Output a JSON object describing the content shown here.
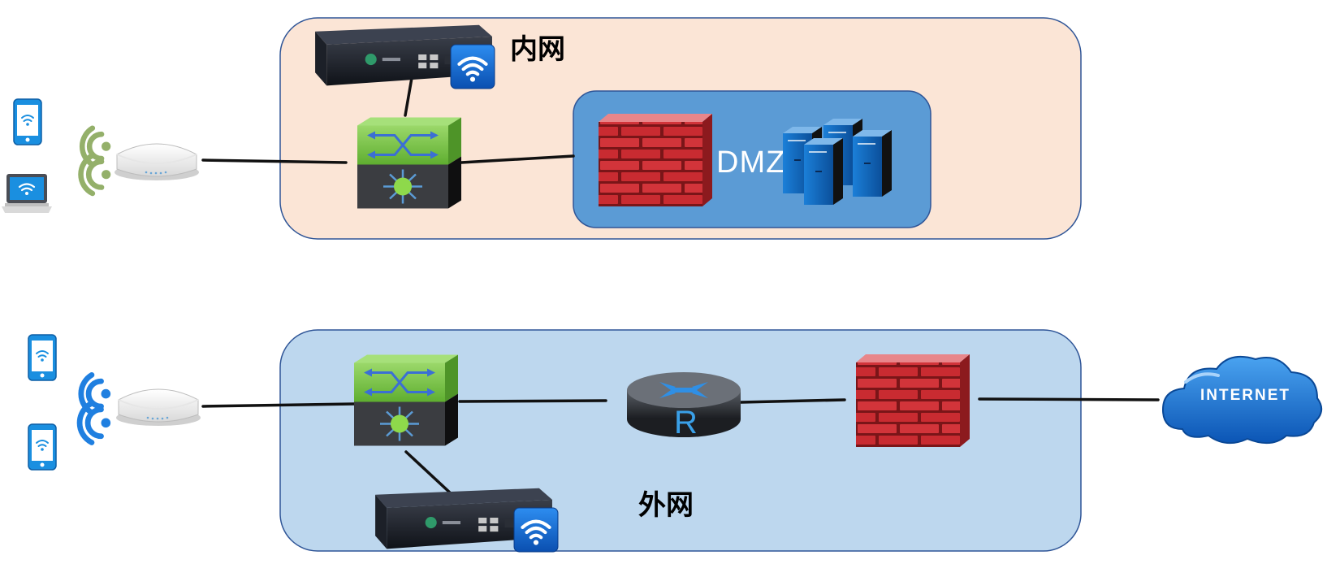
{
  "zones": {
    "internal": {
      "label": "内网",
      "fill": "#fbe5d6",
      "stroke": "#2f5597"
    },
    "external": {
      "label": "外网",
      "fill": "#bdd7ee",
      "stroke": "#2f5597"
    }
  },
  "dmz": {
    "label": "DMZ",
    "fill": "#5b9bd5"
  },
  "router": {
    "label": "R"
  },
  "cloud": {
    "label": "INTERNET",
    "fill": "#1f6fc5"
  },
  "icons": {
    "wifi_signal_internal": "#94b06a",
    "wifi_signal_external": "#1f7fe0",
    "device_blue": "#1a8fe0",
    "firewall_red": "#c0272d",
    "switch_green": "#7dc242"
  }
}
